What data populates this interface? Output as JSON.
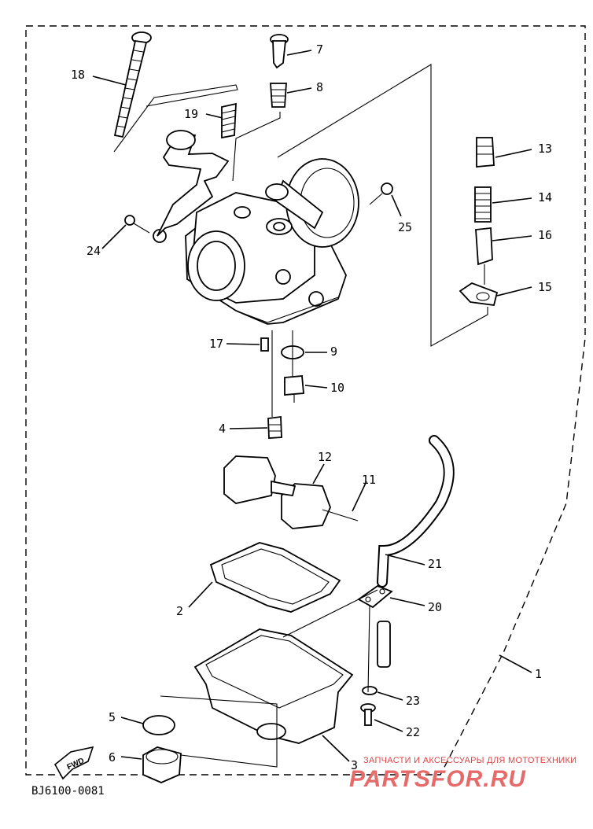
{
  "diagram": {
    "part_labels": [
      "1",
      "2",
      "3",
      "4",
      "5",
      "6",
      "7",
      "8",
      "9",
      "10",
      "11",
      "12",
      "13",
      "14",
      "15",
      "16",
      "17",
      "18",
      "19",
      "20",
      "21",
      "22",
      "23",
      "24",
      "25"
    ],
    "drawing_code": "BJ6100-0081",
    "direction_arrow": "FWD"
  },
  "watermark": {
    "line1": "ЗАПЧАСТИ И АКСЕССУАРЫ ДЛЯ МОТОТЕХНИКИ",
    "line2": "PARTSFOR.RU",
    "color": "#e66a6a"
  }
}
